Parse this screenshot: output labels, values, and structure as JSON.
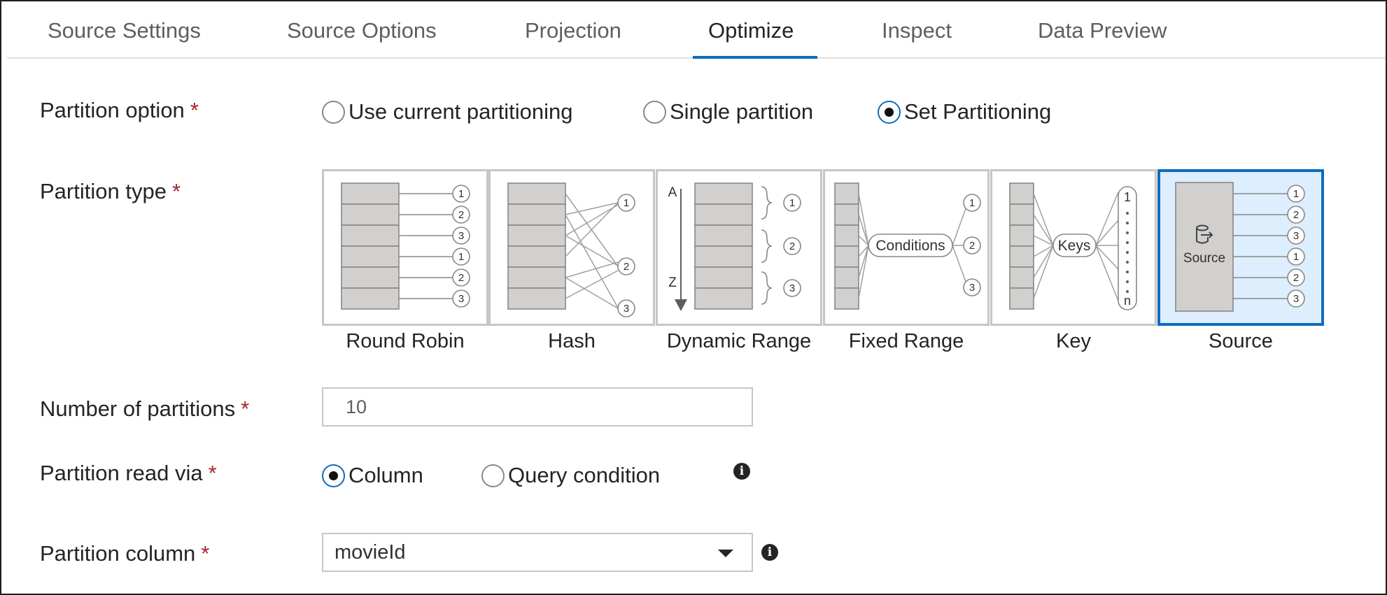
{
  "tabs": [
    {
      "label": "Source Settings"
    },
    {
      "label": "Source Options"
    },
    {
      "label": "Projection"
    },
    {
      "label": "Optimize",
      "active": true
    },
    {
      "label": "Inspect"
    },
    {
      "label": "Data Preview"
    }
  ],
  "required_marker": "*",
  "partition_option": {
    "label": "Partition option",
    "options": [
      "Use current partitioning",
      "Single partition",
      "Set Partitioning"
    ],
    "selected": "Set Partitioning"
  },
  "partition_type": {
    "label": "Partition type",
    "options": [
      "Round Robin",
      "Hash",
      "Dynamic Range",
      "Fixed Range",
      "Key",
      "Source"
    ],
    "selected": "Source",
    "diagram_text": {
      "range_start": "A",
      "range_end": "Z",
      "conditions": "Conditions",
      "keys": "Keys",
      "source": "Source",
      "numbers": [
        "1",
        "2",
        "3"
      ],
      "key_last": "n"
    }
  },
  "number_of_partitions": {
    "label": "Number of partitions",
    "value": "10"
  },
  "partition_read_via": {
    "label": "Partition read via",
    "options": [
      "Column",
      "Query condition"
    ],
    "selected": "Column"
  },
  "partition_column": {
    "label": "Partition column",
    "value": "movieId"
  },
  "icons": {
    "info": "info-icon",
    "chevron": "chevron-down-icon",
    "source": "database-export-icon"
  },
  "colors": {
    "accent": "#0f6cbd",
    "required": "#a4262c",
    "selected_bg": "#ddeeff"
  }
}
